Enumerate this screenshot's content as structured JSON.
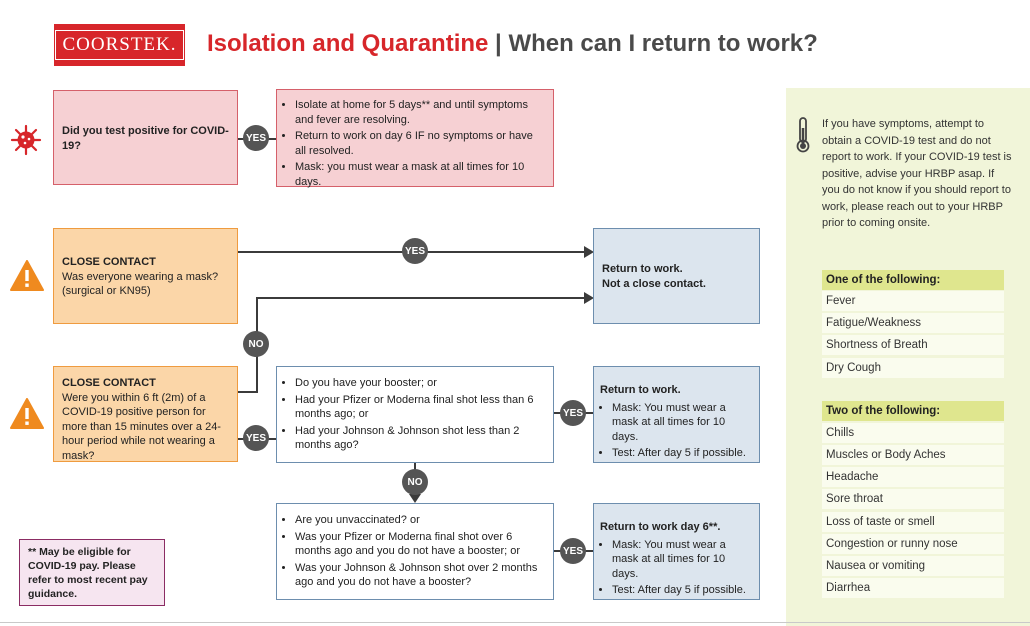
{
  "header": {
    "logo_text": "COORSTEK.",
    "title_red": "Isolation and Quarantine",
    "title_sep": " | ",
    "title_gray": "When can I return to work?"
  },
  "colors": {
    "brand_red": "#d7262a",
    "pink_box": "#f6d0d3",
    "orange_box": "#fbd6a8",
    "blue_box": "#dce5ee",
    "side_panel": "#f1f5d9",
    "side_header": "#dfe68e",
    "note_box": "#f6e5f0"
  },
  "icons": {
    "virus": "virus-icon",
    "warning": "warning-icon",
    "thermometer": "thermometer-icon"
  },
  "flow": {
    "q1": "Did you test positive for COVID-19?",
    "a1_items": [
      "Isolate at home for 5 days** and until symptoms and fever are resolving.",
      "Return to work on day 6 IF no symptoms or have all resolved.",
      "Mask: you must wear a mask at all times for 10 days."
    ],
    "q2_heading": "CLOSE CONTACT",
    "q2_text": "Was everyone wearing a mask? (surgical or KN95)",
    "q3_heading": "CLOSE CONTACT",
    "q3_text": "Were you within 6 ft (2m) of a COVID-19 positive person for more than 15 minutes over a 24-hour period while not wearing a mask?",
    "return_close_line1": "Return to work.",
    "return_close_line2": "Not a close contact.",
    "q4_items": [
      "Do you have your booster; or",
      "Had your Pfizer or Moderna final shot less than 6 months ago; or",
      "Had your Johnson & Johnson shot less than 2 months ago?"
    ],
    "r4_title": "Return to work.",
    "r4_items": [
      "Mask: You must wear a mask at all times for 10 days.",
      "Test: After day 5 if possible."
    ],
    "q5_items": [
      "Are you unvaccinated? or",
      "Was your Pfizer or Moderna final shot over 6 months ago and you do not have a booster; or",
      "Was your Johnson & Johnson shot over 2 months ago and you do not have a booster?"
    ],
    "r5_title": "Return to work day 6**.",
    "r5_items": [
      "Mask: You must wear a mask at all times for 10 days.",
      "Test: After day 5 if possible."
    ],
    "yes": "YES",
    "no": "NO"
  },
  "note": "** May be eligible for COVID-19 pay. Please refer to most recent pay guidance.",
  "sidebar": {
    "intro": "If you have symptoms, attempt to obtain a COVID-19 test and do not report to work. If your COVID-19 test is positive, advise your HRBP asap. If you do not know if you should report to work, please reach out to your HRBP prior to coming onsite.",
    "group1_title": "One of the following:",
    "group1_items": [
      "Fever",
      "Fatigue/Weakness",
      "Shortness of Breath",
      "Dry Cough"
    ],
    "group2_title": "Two of the following:",
    "group2_items": [
      "Chills",
      "Muscles or Body Aches",
      "Headache",
      "Sore throat",
      "Loss of taste or smell",
      "Congestion or runny nose",
      "Nausea or vomiting",
      "Diarrhea"
    ]
  }
}
